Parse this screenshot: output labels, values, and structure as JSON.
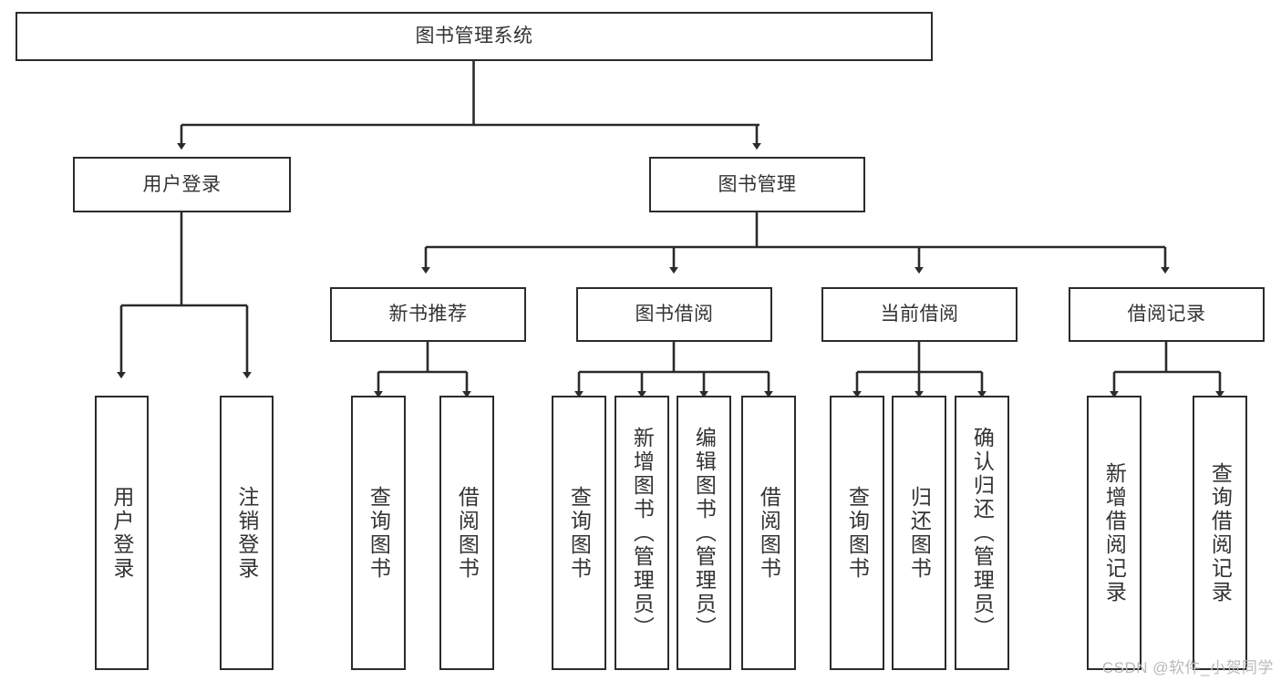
{
  "diagram": {
    "title": "图书管理系统",
    "type": "tree-hierarchy",
    "colors": {
      "box_border": "#2b2b2b",
      "box_fill": "#ffffff",
      "connector": "#2b2b2b",
      "text": "#333333",
      "watermark": "#b9b9b9",
      "background": "#ffffff"
    }
  },
  "root": {
    "label": "图书管理系统"
  },
  "level2": [
    {
      "label": "用户登录"
    },
    {
      "label": "图书管理"
    }
  ],
  "level3": [
    {
      "label": "新书推荐"
    },
    {
      "label": "图书借阅"
    },
    {
      "label": "当前借阅"
    },
    {
      "label": "借阅记录"
    }
  ],
  "leaves": {
    "user_login": [
      {
        "label": "用户登录"
      },
      {
        "label": "注销登录"
      }
    ],
    "new_book_recommend": [
      {
        "label": "查询图书"
      },
      {
        "label": "借阅图书"
      }
    ],
    "book_borrow": [
      {
        "label": "查询图书"
      },
      {
        "label": "新增图书（管理员）"
      },
      {
        "label": "编辑图书（管理员）"
      },
      {
        "label": "借阅图书"
      }
    ],
    "current_borrow": [
      {
        "label": "查询图书"
      },
      {
        "label": "归还图书"
      },
      {
        "label": "确认归还（管理员）"
      }
    ],
    "borrow_record": [
      {
        "label": "新增借阅记录"
      },
      {
        "label": "查询借阅记录"
      }
    ]
  },
  "watermark": {
    "text": "CSDN @软件_小贺同学"
  }
}
